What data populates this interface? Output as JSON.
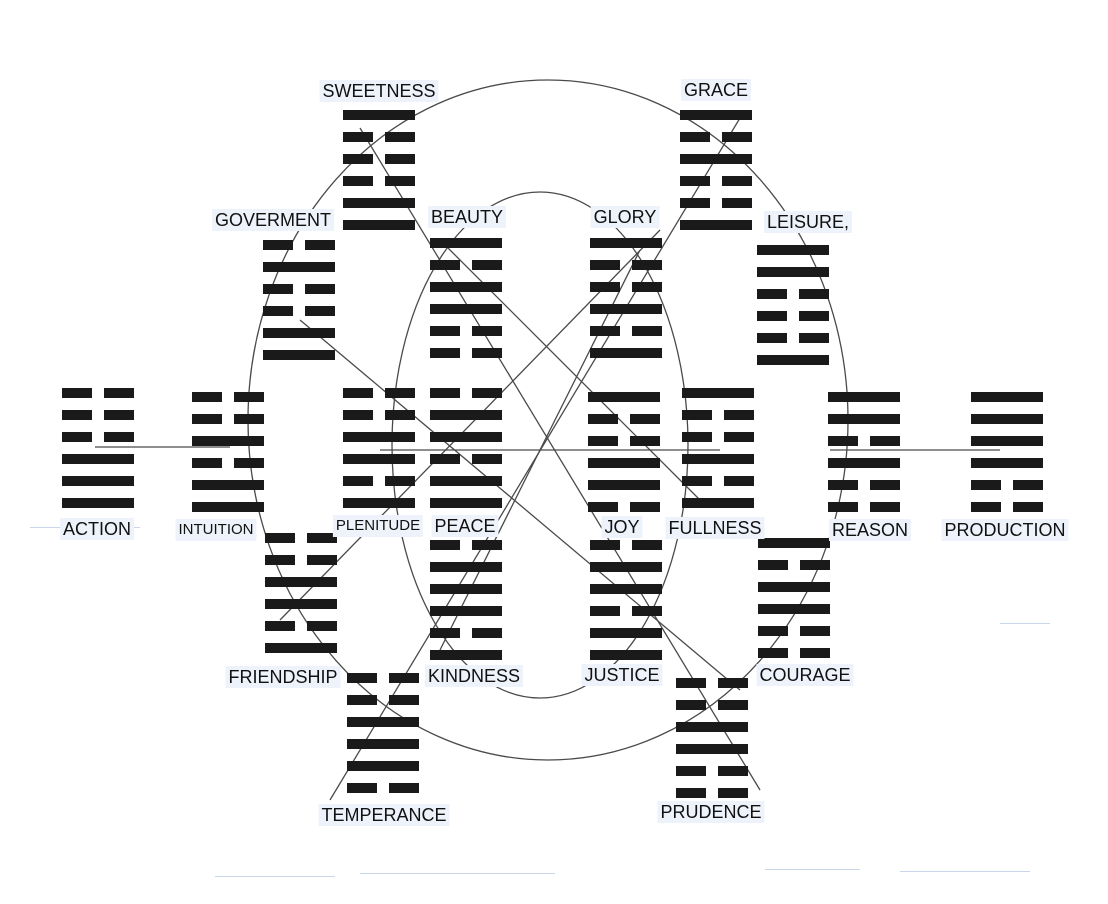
{
  "hexagrams": [
    {
      "id": "sweetness",
      "label": "SWEETNESS",
      "lines": [
        1,
        0,
        0,
        0,
        1,
        1
      ]
    },
    {
      "id": "grace",
      "label": "GRACE",
      "lines": [
        1,
        0,
        1,
        0,
        0,
        1
      ]
    },
    {
      "id": "goverment",
      "label": "GOVERMENT",
      "lines": [
        0,
        1,
        0,
        0,
        1,
        1
      ]
    },
    {
      "id": "beauty",
      "label": "BEAUTY",
      "lines": [
        1,
        0,
        1,
        1,
        0,
        0
      ]
    },
    {
      "id": "glory",
      "label": "GLORY",
      "lines": [
        1,
        0,
        0,
        1,
        0,
        1
      ]
    },
    {
      "id": "leisure",
      "label": "LEISURE,",
      "lines": [
        1,
        1,
        0,
        0,
        0,
        1
      ]
    },
    {
      "id": "action",
      "label": "ACTION",
      "lines": [
        0,
        0,
        0,
        1,
        1,
        1
      ]
    },
    {
      "id": "intuition",
      "label": "INTUITION",
      "lines": [
        0,
        0,
        1,
        0,
        1,
        1
      ]
    },
    {
      "id": "plenitude",
      "label": "PLENITUDE",
      "lines": [
        0,
        0,
        1,
        1,
        0,
        1
      ]
    },
    {
      "id": "peace",
      "label": "PEACE",
      "lines": [
        0,
        1,
        1,
        0,
        1,
        1
      ]
    },
    {
      "id": "joy",
      "label": "JOY",
      "lines": [
        1,
        0,
        0,
        1,
        1,
        0
      ]
    },
    {
      "id": "fullness",
      "label": "FULLNESS",
      "lines": [
        1,
        0,
        0,
        1,
        0,
        1
      ]
    },
    {
      "id": "reason",
      "label": "REASON",
      "lines": [
        1,
        1,
        0,
        1,
        0,
        0
      ]
    },
    {
      "id": "production",
      "label": "PRODUCTION",
      "lines": [
        1,
        1,
        1,
        1,
        0,
        0
      ]
    },
    {
      "id": "friendship",
      "label": "FRIENDSHIP",
      "lines": [
        0,
        0,
        1,
        1,
        0,
        1
      ]
    },
    {
      "id": "kindness",
      "label": "KINDNESS",
      "lines": [
        0,
        1,
        1,
        1,
        0,
        1
      ]
    },
    {
      "id": "justice",
      "label": "JUSTICE",
      "lines": [
        0,
        1,
        1,
        0,
        1,
        1
      ]
    },
    {
      "id": "courage",
      "label": "COURAGE",
      "lines": [
        1,
        0,
        1,
        1,
        0,
        0
      ]
    },
    {
      "id": "temperance",
      "label": "TEMPERANCE",
      "lines": [
        0,
        0,
        1,
        1,
        1,
        0
      ]
    },
    {
      "id": "prudence",
      "label": "PRUDENCE",
      "lines": [
        0,
        0,
        1,
        1,
        0,
        0
      ]
    }
  ],
  "colors": {
    "ink": "#1a1a1a",
    "wire": "#4a4a4a",
    "label_bg": "#eef3fb"
  }
}
